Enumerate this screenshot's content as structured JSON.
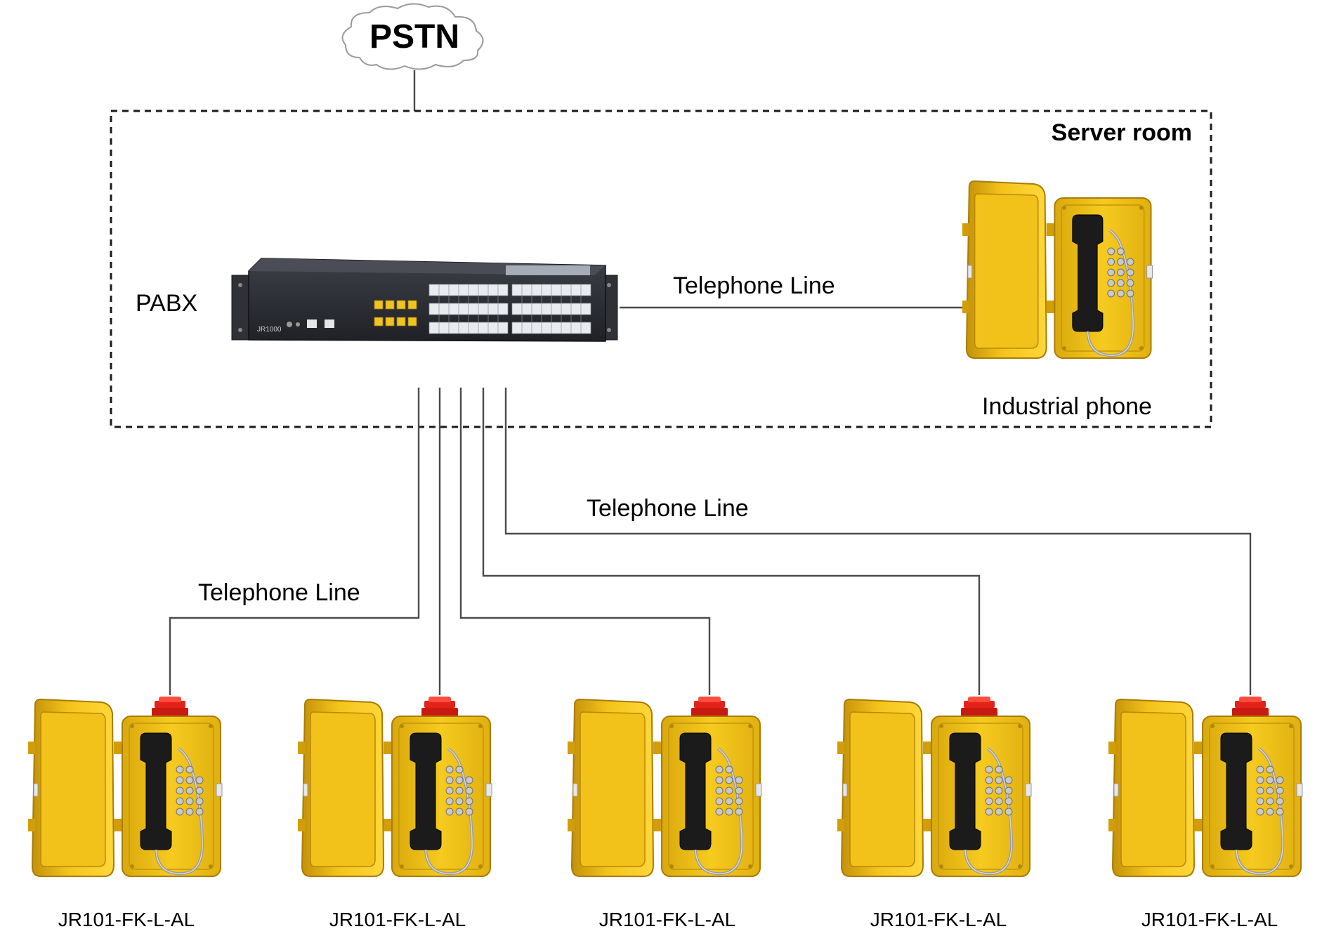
{
  "diagram": {
    "cloud_label": "PSTN",
    "server_room_label": "Server room",
    "pabx_label": "PABX",
    "pabx_model_text": "JR1000",
    "industrial_phone_label": "Industrial phone",
    "line_labels": [
      "Telephone Line",
      "Telephone Line",
      "Telephone Line"
    ],
    "phones": [
      {
        "model": "JR101-FK-L-AL"
      },
      {
        "model": "JR101-FK-L-AL"
      },
      {
        "model": "JR101-FK-L-AL"
      },
      {
        "model": "JR101-FK-L-AL"
      },
      {
        "model": "JR101-FK-L-AL"
      }
    ],
    "colors": {
      "phone_yellow": "#f2c21a",
      "phone_dark_yellow": "#c99a08",
      "beacon_red": "#d71e12",
      "pabx_body": "#2b2d33",
      "wire": "#4a4a4a"
    }
  }
}
